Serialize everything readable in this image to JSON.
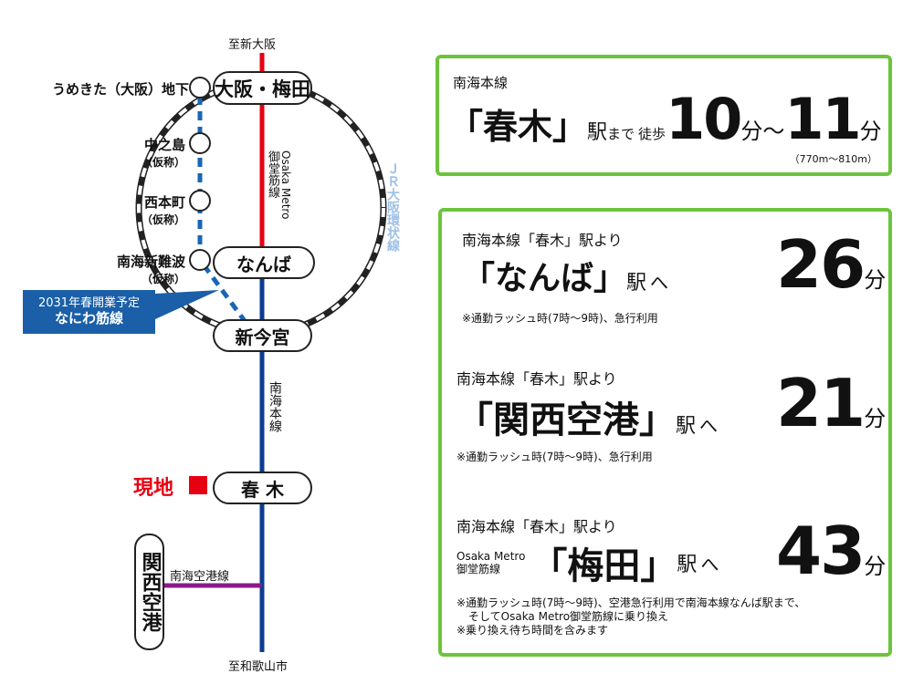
{
  "map": {
    "to_top": "至新大阪",
    "to_bottom": "至和歌山市",
    "umeda": "大阪・梅田",
    "namba": "なんば",
    "shinimamiya": "新今宮",
    "haruki": "春 木",
    "umekita": "うめきた（大阪）地下",
    "nakanoshima": "中之島",
    "nishihonmachi": "西本町",
    "nankaishinnamba": "南海新難波",
    "kasho": "（仮称）",
    "callout_line1": "2031年春開業予定",
    "callout_line2": "なにわ筋線",
    "metro_en": "Osaka Metro",
    "metro_jp": "御堂筋線",
    "jr": "ＪＲ大阪環状線",
    "nankai_main": "南海本線",
    "genchi": "現地",
    "kansai": "関西空港",
    "airport_line": "南海空港線",
    "colors": {
      "midosuji": "#e60012",
      "nankai": "#0b3d91",
      "naniwa": "#1a66b5",
      "airport": "#8b1a89",
      "border": "#6cc43c"
    }
  },
  "walk": {
    "line": "南海本線",
    "station": "「春木」",
    "eki": "駅",
    "made": "まで",
    "toho": "徒歩",
    "min1": "10",
    "sep": "分〜",
    "min2": "11",
    "fun": "分",
    "dist": "（770m〜810m）"
  },
  "routes": [
    {
      "from": "南海本線「春木」駅より",
      "dest": "「なんば」",
      "eki": "駅",
      "he": "へ",
      "minutes": "26",
      "fun": "分",
      "note": "※通勤ラッシュ時(7時〜9時)、急行利用"
    },
    {
      "from": "南海本線「春木」駅より",
      "dest": "「関西空港」",
      "eki": "駅",
      "he": "へ",
      "minutes": "21",
      "fun": "分",
      "note": "※通勤ラッシュ時(7時〜9時)、急行利用"
    },
    {
      "from": "南海本線「春木」駅より",
      "via1": "Osaka Metro",
      "via2": "御堂筋線",
      "dest": "「梅田」",
      "eki": "駅",
      "he": "へ",
      "minutes": "43",
      "fun": "分",
      "note": "※通勤ラッシュ時(7時〜9時)、空港急行利用で南海本線なんば駅まで、",
      "note2": "そしてOsaka Metro御堂筋線に乗り換え",
      "note3": "※乗り換え待ち時間を含みます"
    }
  ]
}
